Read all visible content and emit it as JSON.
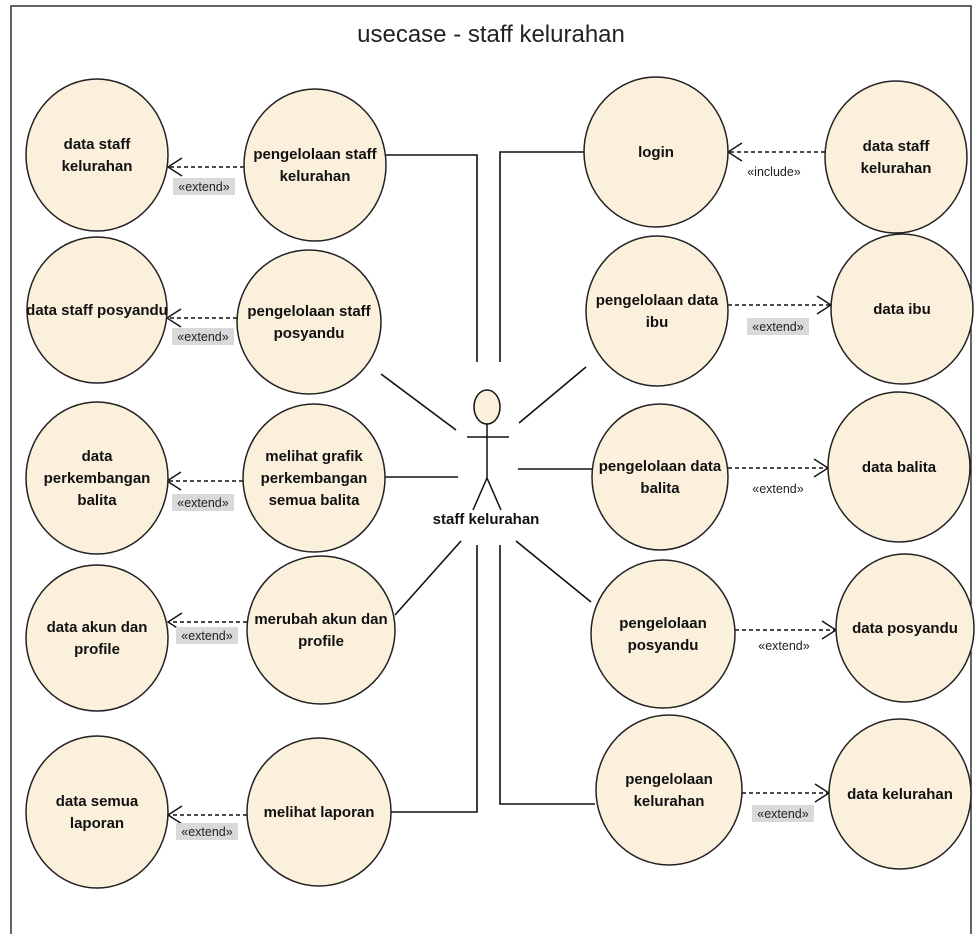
{
  "diagram": {
    "title": "usecase - staff kelurahan",
    "actor": {
      "label": "staff kelurahan"
    },
    "use_cases": {
      "pengelolaan_staff_kelurahan": [
        "pengelolaan staff",
        "kelurahan"
      ],
      "pengelolaan_staff_posyandu": [
        "pengelolaan staff",
        "posyandu"
      ],
      "melihat_grafik": [
        "melihat grafik",
        "perkembangan",
        "semua balita"
      ],
      "merubah_akun": [
        "merubah akun dan",
        "profile"
      ],
      "melihat_laporan": [
        "melihat laporan"
      ],
      "data_staff_kelurahan_left": [
        "data staff",
        "kelurahan"
      ],
      "data_staff_posyandu": [
        "data staff posyandu"
      ],
      "data_perkembangan_balita": [
        "data",
        "perkembangan",
        "balita"
      ],
      "data_akun_profile": [
        "data akun dan",
        "profile"
      ],
      "data_semua_laporan": [
        "data semua",
        "laporan"
      ],
      "login": [
        "login"
      ],
      "pengelolaan_data_ibu": [
        "pengelolaan data",
        "ibu"
      ],
      "pengelolaan_data_balita": [
        "pengelolaan data",
        "balita"
      ],
      "pengelolaan_posyandu": [
        "pengelolaan",
        "posyandu"
      ],
      "pengelolaan_kelurahan": [
        "pengelolaan",
        "kelurahan"
      ],
      "data_staff_kelurahan_right": [
        "data staff",
        "kelurahan"
      ],
      "data_ibu": [
        "data ibu"
      ],
      "data_balita": [
        "data balita"
      ],
      "data_posyandu": [
        "data posyandu"
      ],
      "data_kelurahan": [
        "data kelurahan"
      ]
    },
    "stereotypes": {
      "extend": "«extend»",
      "include": "«include»"
    },
    "colors": {
      "usecase_fill": "#fbf0dc",
      "usecase_stroke": "#222222",
      "stereotype_bg": "#d9d9d9",
      "line": "#111111"
    }
  }
}
